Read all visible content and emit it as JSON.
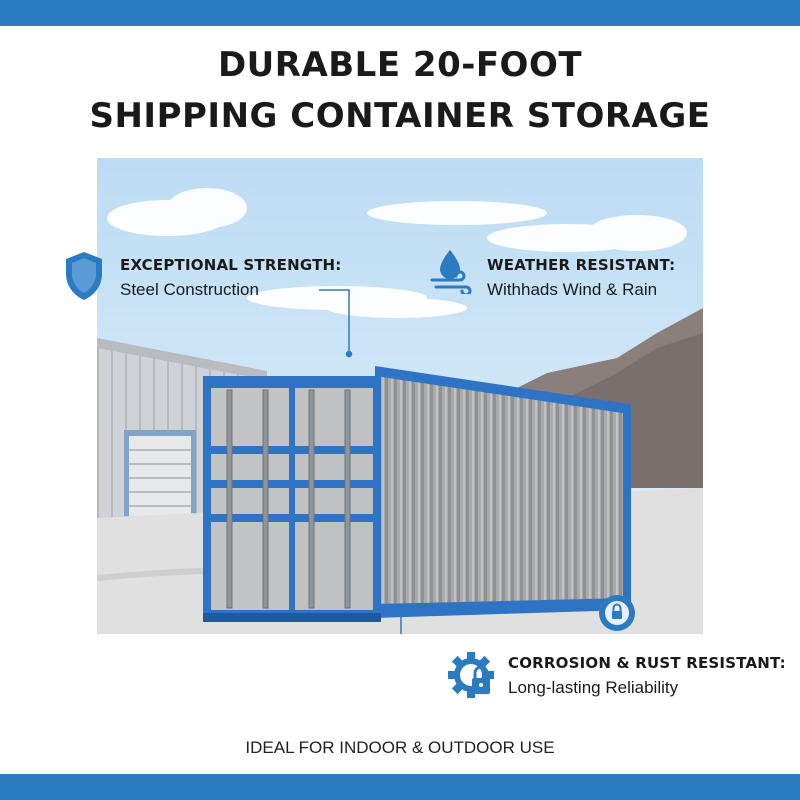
{
  "title": {
    "line1": "DURABLE 20-FOOT",
    "line2": "SHIPPING CONTAINER STORAGE"
  },
  "features": [
    {
      "heading": "EXCEPTIONAL STRENGTH:",
      "detail": "Steel Construction",
      "icon": "shield-icon"
    },
    {
      "heading": "WEATHER RESISTANT:",
      "detail": "Withhads Wind & Rain",
      "icon": "water-drop-wind-icon"
    },
    {
      "heading": "CORROSION & RUST RESISTANT:",
      "detail": "Long-lasting Reliability",
      "icon": "gear-lock-icon"
    }
  ],
  "footer": "IDEAL FOR INDOOR & OUTDOOR USE",
  "colors": {
    "brand_blue": "#2b7bc0",
    "container_blue": "#2f74c4",
    "container_gray": "#a7a9ab",
    "sky": "#c9e3f5",
    "ground": "#dcdcdc",
    "text": "#1a1a1a"
  }
}
